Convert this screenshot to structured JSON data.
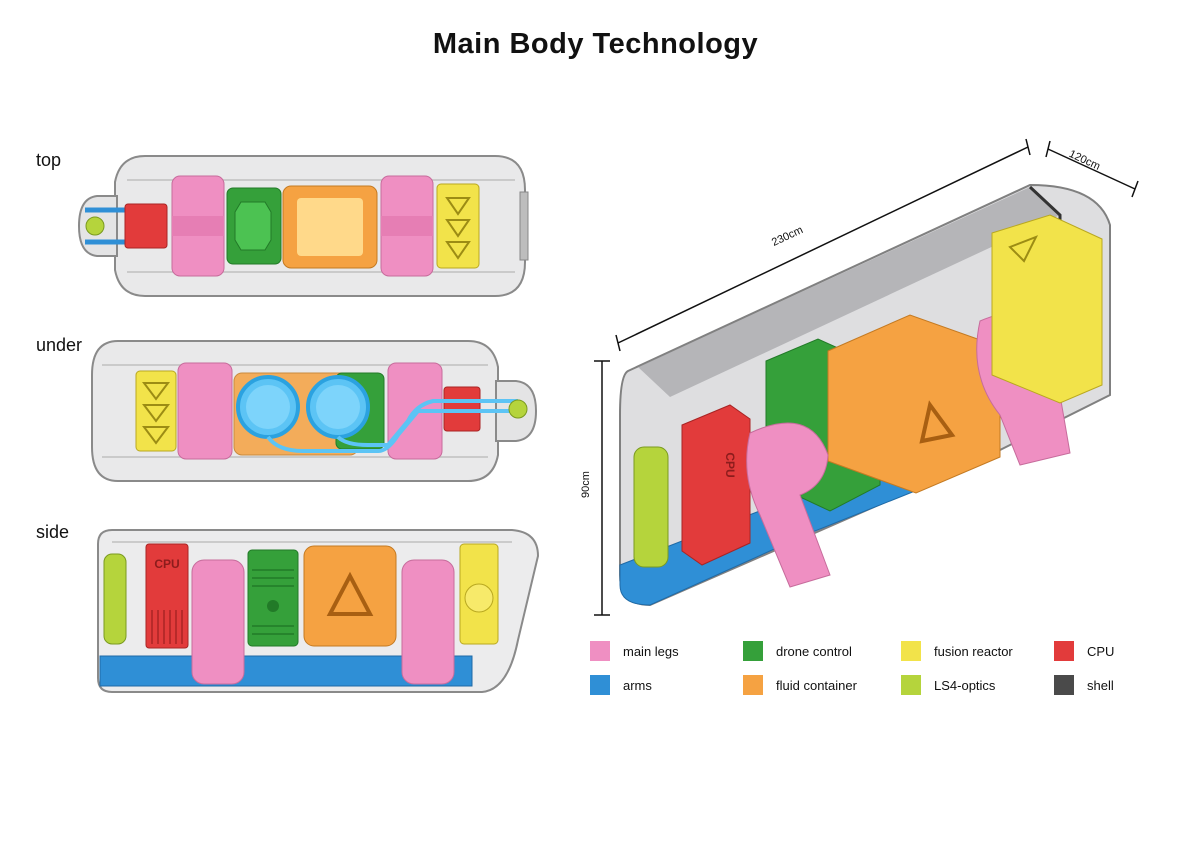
{
  "title": "Main Body Technology",
  "views": {
    "top": "top",
    "under": "under",
    "side": "side"
  },
  "dimensions": {
    "length": "230cm",
    "width": "120cm",
    "height": "90cm"
  },
  "colors": {
    "main_legs": "#ef8fc2",
    "arms": "#2f8fd6",
    "drone_control": "#35a03a",
    "fluid_container": "#f5a242",
    "fusion_reactor": "#f2e34a",
    "ls4_optics": "#b5d43c",
    "cpu": "#e23b3b",
    "shell": "#4a4a4a"
  },
  "legend": [
    {
      "label": "main legs",
      "color": "#ef8fc2"
    },
    {
      "label": "drone control",
      "color": "#35a03a"
    },
    {
      "label": "fusion reactor",
      "color": "#f2e34a"
    },
    {
      "label": "CPU",
      "color": "#e23b3b"
    },
    {
      "label": "arms",
      "color": "#2f8fd6"
    },
    {
      "label": "fluid container",
      "color": "#f5a242"
    },
    {
      "label": "LS4-optics",
      "color": "#b5d43c"
    },
    {
      "label": "shell",
      "color": "#4a4a4a"
    }
  ],
  "markings": {
    "cpu_text": "CPU"
  }
}
